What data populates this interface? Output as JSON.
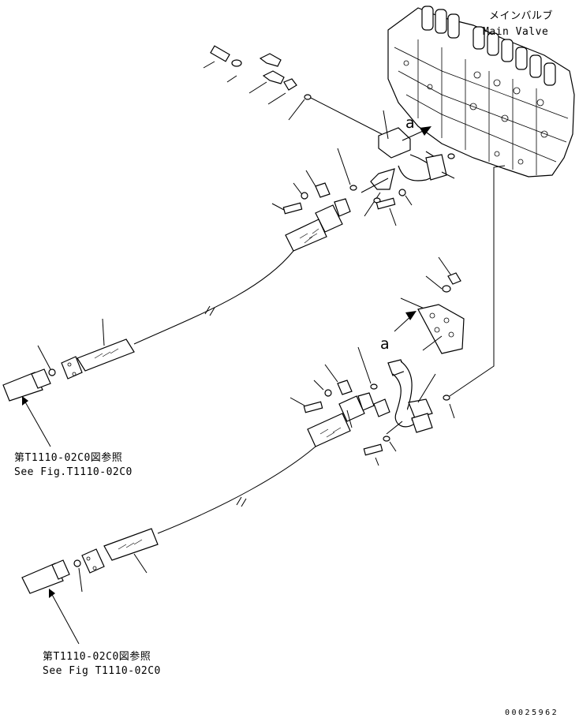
{
  "labels": {
    "main_valve_jp": "メインバルブ",
    "main_valve_en": "Main Valve",
    "arrow_a_upper": "a",
    "arrow_a_lower": "a",
    "ref_upper_jp": "第T1110-02C0図参照",
    "ref_upper_en": "See Fig.T1110-02C0",
    "ref_lower_jp": "第T1110-02C0図参照",
    "ref_lower_en": "See Fig T1110-02C0",
    "drawing_id": "00025962"
  }
}
